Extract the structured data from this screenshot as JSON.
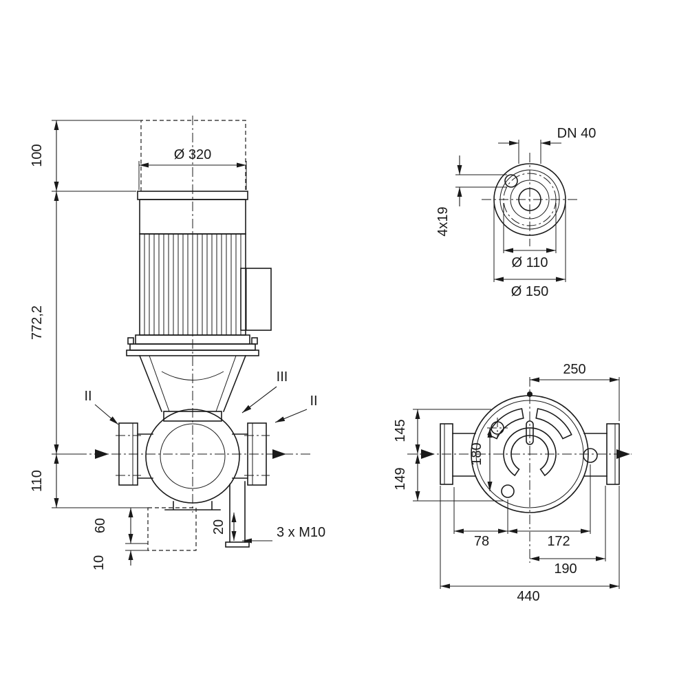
{
  "colors": {
    "line": "#1a1a1a",
    "background": "#ffffff"
  },
  "front_view": {
    "dim_top": "100",
    "dim_motor_dia": "Ø 320",
    "dim_total_height": "772,2",
    "dim_centerline": "110",
    "dim_foot_60": "60",
    "dim_foot_10": "10",
    "dim_drain_20": "20",
    "note_bolts": "3 x M10",
    "section_left": "II",
    "section_mid": "III",
    "section_right": "II"
  },
  "flange_view": {
    "dn": "DN 40",
    "holes": "4x19",
    "bolt_circle": "Ø 110",
    "outer_dia": "Ø 150"
  },
  "top_view": {
    "d250": "250",
    "d145": "145",
    "d180": "180",
    "d149": "149",
    "d78": "78",
    "d172": "172",
    "d190": "190",
    "d440": "440"
  }
}
